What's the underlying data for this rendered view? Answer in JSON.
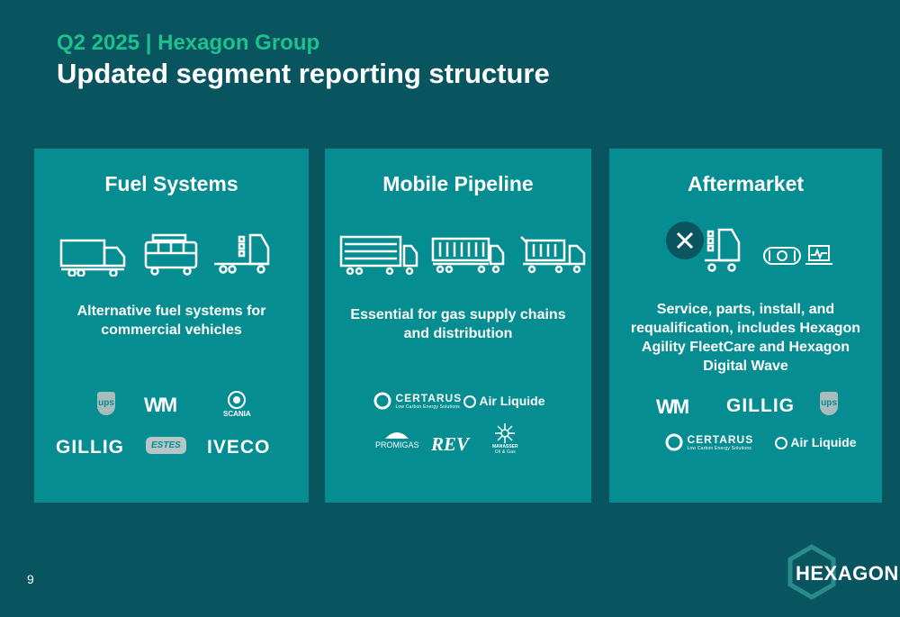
{
  "header": {
    "subtitle": "Q2 2025 | Hexagon Group",
    "title": "Updated segment reporting structure"
  },
  "segments": [
    {
      "title": "Fuel Systems",
      "description": "Alternative fuel systems for commercial vehicles",
      "icons": [
        "truck-icon",
        "bus-icon",
        "truck-chassis-icon"
      ],
      "logos": [
        "ups",
        "WM",
        "SCANIA",
        "GILLIG",
        "ESTES",
        "IVECO"
      ]
    },
    {
      "title": "Mobile Pipeline",
      "description": "Essential for gas supply chains and distribution",
      "icons": [
        "tube-trailer-icon",
        "cylinder-trailer-icon",
        "cylinder-rack-trailer-icon"
      ],
      "logos": [
        "CERTARUS",
        "Low Carbon Energy Solutions",
        "Air Liquide",
        "PROMIGAS",
        "REV",
        "MANASSER",
        "Oil & Gas"
      ]
    },
    {
      "title": "Aftermarket",
      "description": "Service, parts, install, and requalification, includes Hexagon Agility FleetCare and Hexagon Digital Wave",
      "icons": [
        "service-tools-icon",
        "truck-cylinder-icon",
        "cylinder-inspection-icon"
      ],
      "logos": [
        "WM",
        "GILLIG",
        "ups",
        "CERTARUS",
        "Low Carbon Energy Solutions",
        "Air Liquide"
      ]
    }
  ],
  "footer": {
    "page_number": "9",
    "brand": "HEXAGON"
  },
  "colors": {
    "background": "#08555f",
    "card": "#068d92",
    "accent": "#1ec08c",
    "text": "#ffffff"
  }
}
